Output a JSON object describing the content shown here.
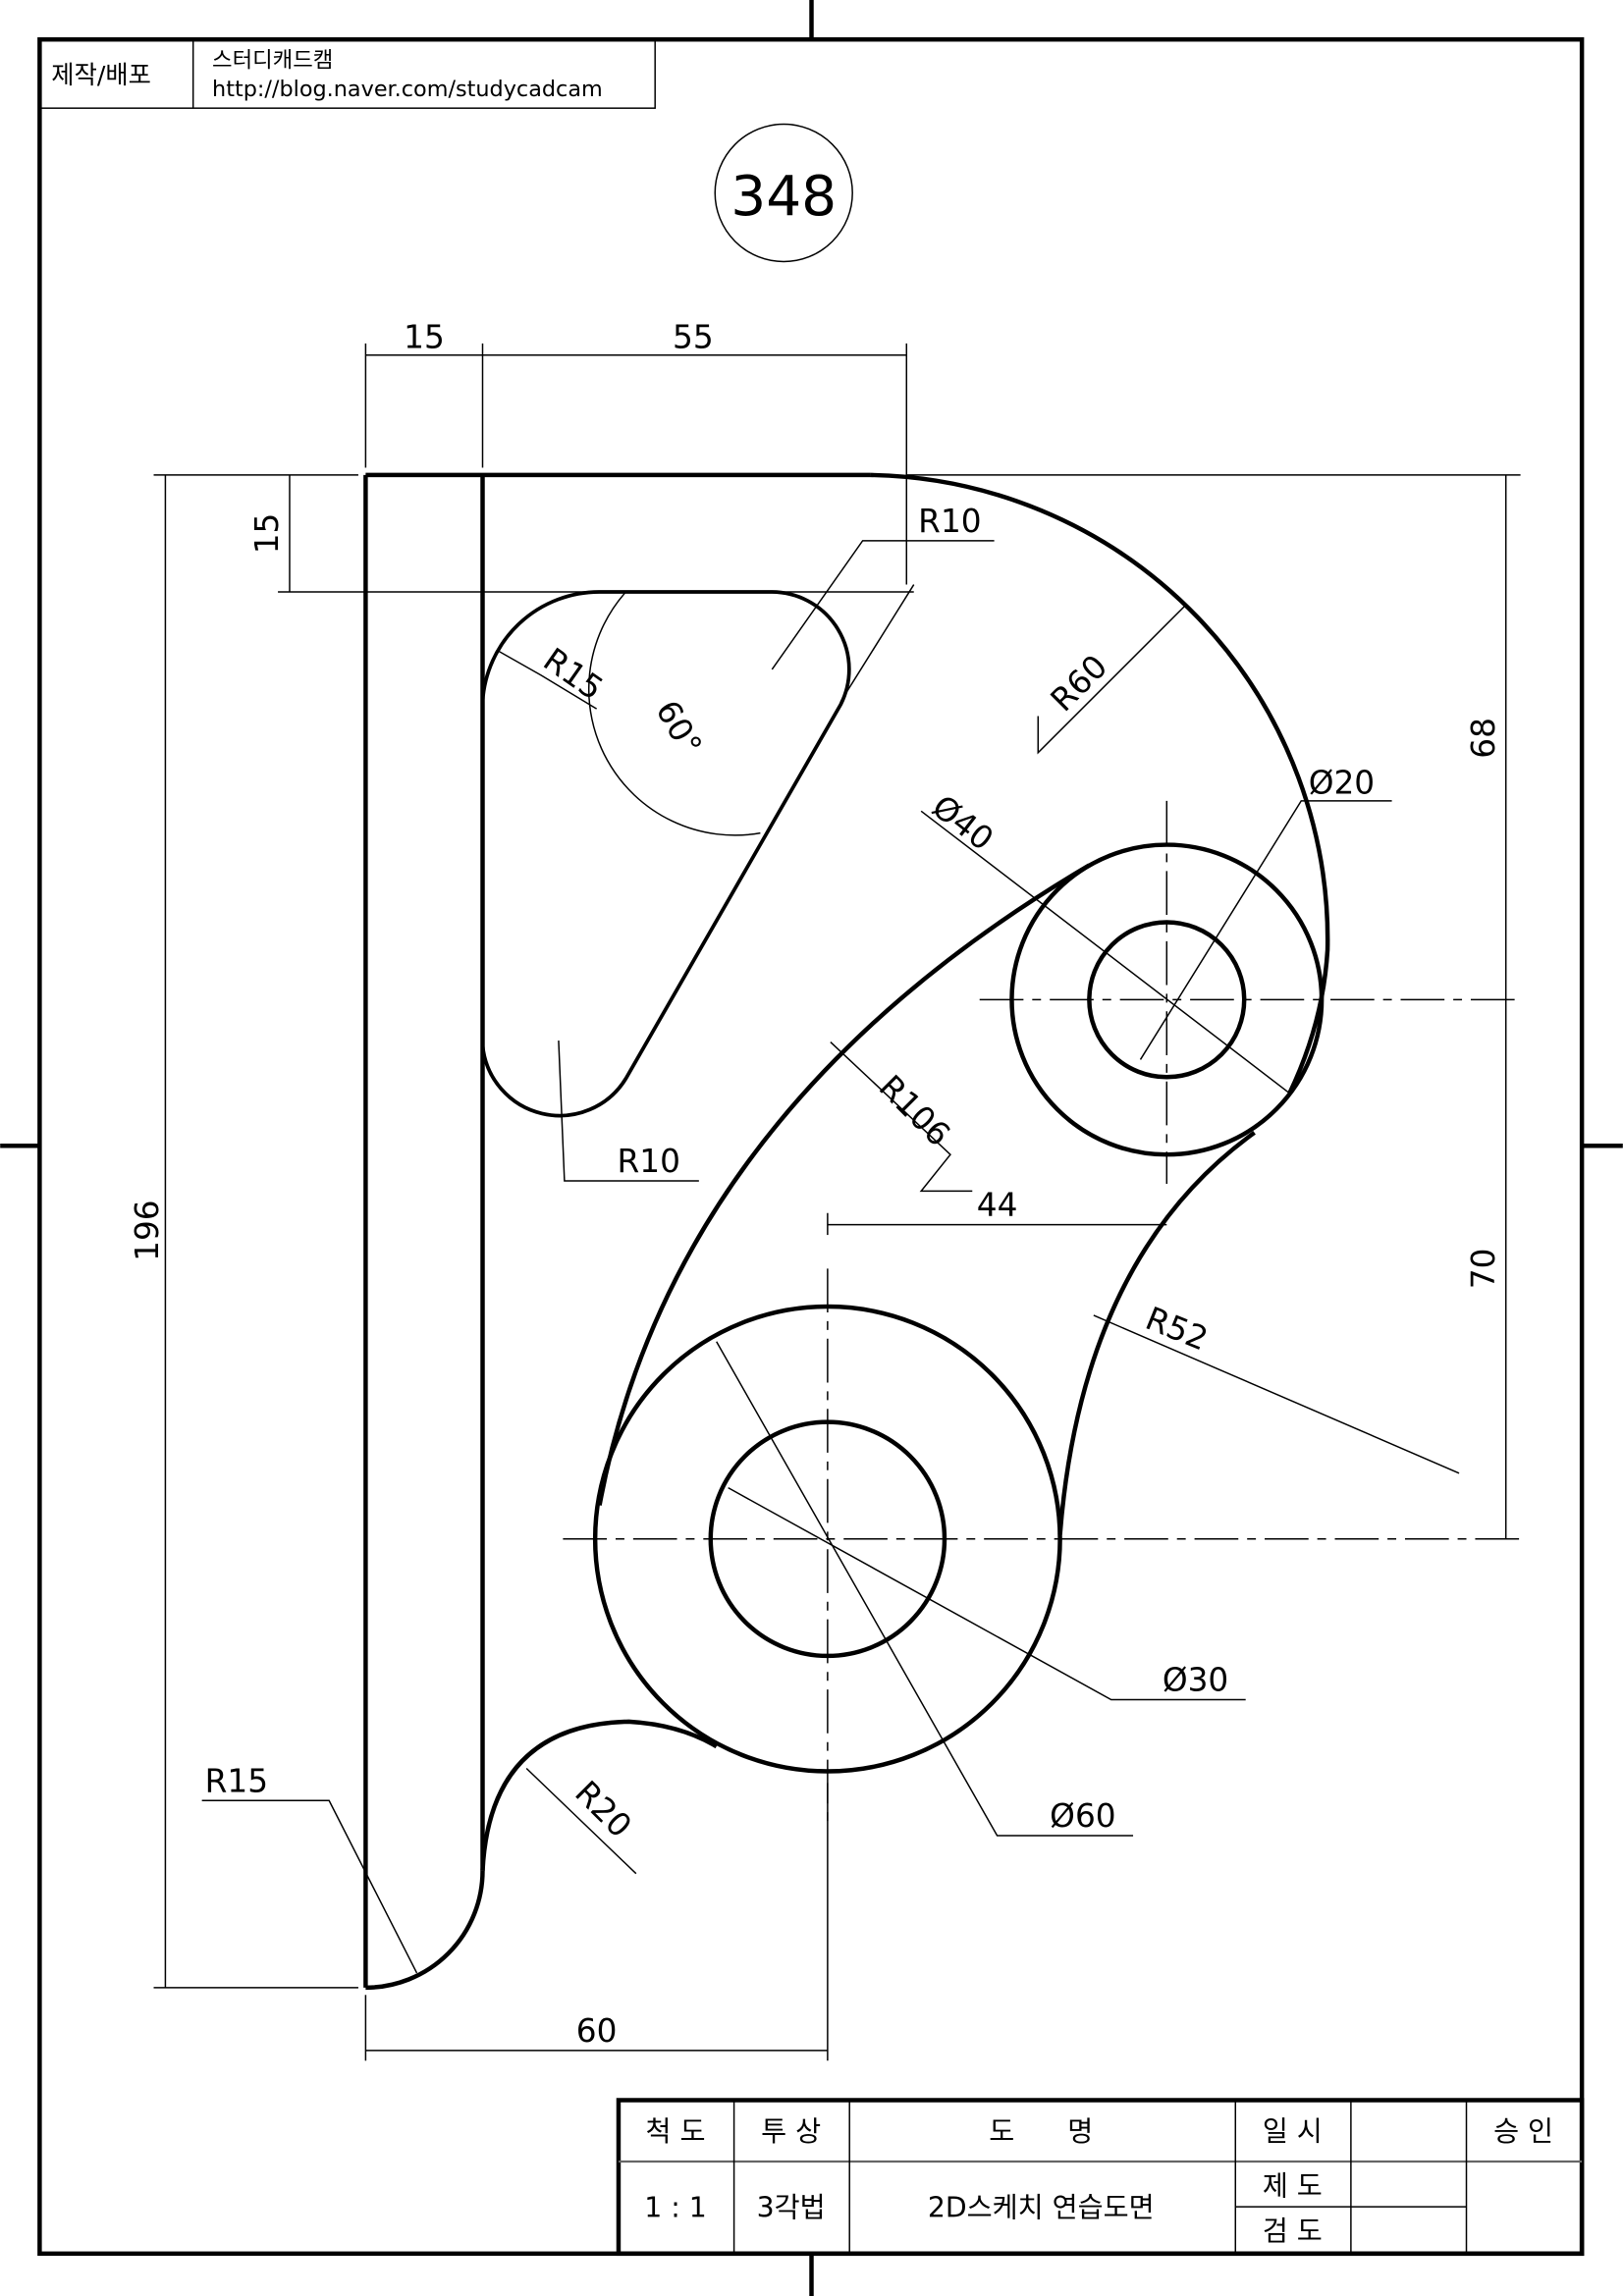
{
  "header": {
    "label": "제작/배포",
    "org": "스터디캐드캠",
    "url": "http://blog.naver.com/studycadcam"
  },
  "drawing_number": "348",
  "dimensions": {
    "d15_top": "15",
    "d55": "55",
    "d15_left": "15",
    "r10_top": "R10",
    "r15_slot": "R15",
    "angle60": "60°",
    "r60": "R60",
    "d68": "68",
    "dia20": "Ø20",
    "dia40": "Ø40",
    "r10_bottom": "R10",
    "r106": "R106",
    "d44": "44",
    "d196": "196",
    "d70": "70",
    "r52": "R52",
    "dia30": "Ø30",
    "dia60": "Ø60",
    "r15_bottom": "R15",
    "r20": "R20",
    "d60": "60"
  },
  "title_block": {
    "scale_label": "척  도",
    "projection_label": "투  상",
    "name_label": "도      명",
    "date_label": "일  시",
    "approve_label": "승  인",
    "scale": "1 : 1",
    "projection": "3각법",
    "name": "2D스케치 연습도면",
    "drawn_label": "제  도",
    "checked_label": "검  도"
  }
}
